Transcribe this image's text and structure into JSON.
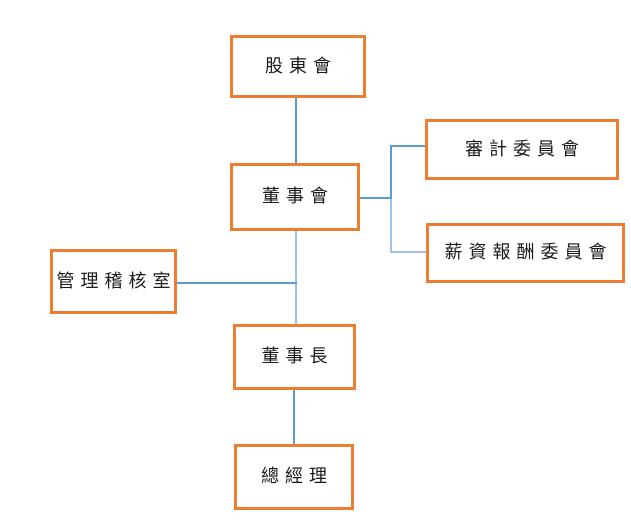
{
  "colors": {
    "box_border": "#ED7D31",
    "connector_primary": "#5B9BD5",
    "connector_light": "#9DC3E6",
    "text": "#1A1A1A",
    "background": "#FFFFFF"
  },
  "nodes": [
    {
      "id": "shareholders",
      "label": "股東會"
    },
    {
      "id": "board",
      "label": "董事會"
    },
    {
      "id": "audit-committee",
      "label": "審計委員會"
    },
    {
      "id": "compensation-committee",
      "label": "薪資報酬委員會"
    },
    {
      "id": "audit-office",
      "label": "管理稽核室"
    },
    {
      "id": "chairman",
      "label": "董事長"
    },
    {
      "id": "general-manager",
      "label": "總經理"
    }
  ],
  "edges": [
    {
      "from": "shareholders",
      "to": "board"
    },
    {
      "from": "board",
      "to": "audit-committee"
    },
    {
      "from": "board",
      "to": "compensation-committee"
    },
    {
      "from": "audit-office",
      "to": "board"
    },
    {
      "from": "board",
      "to": "chairman"
    },
    {
      "from": "chairman",
      "to": "general-manager"
    }
  ]
}
